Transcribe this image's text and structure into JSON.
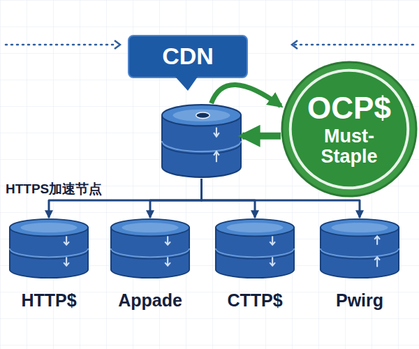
{
  "diagram": {
    "nodes": [
      {
        "text": [
          "CDN"
        ]
      },
      {
        "text": [
          "HTTPS加速节点"
        ]
      },
      {
        "text": [
          "OCP$",
          "Must-Staple"
        ]
      },
      {
        "text": [
          "HTTP$"
        ]
      },
      {
        "text": [
          "Appade"
        ]
      },
      {
        "text": [
          "CTTP$"
        ]
      },
      {
        "text": [
          "Pwirg"
        ]
      }
    ],
    "edges": [
      {
        "from": 1,
        "to": 2,
        "arrow": "to"
      },
      {
        "from": 2,
        "to": 1,
        "arrow": "to"
      },
      {
        "from": 1,
        "to": 3,
        "arrow": "to"
      },
      {
        "from": 1,
        "to": 4,
        "arrow": "to"
      },
      {
        "from": 1,
        "to": 5,
        "arrow": "to"
      },
      {
        "from": 1,
        "to": 6,
        "arrow": "to"
      }
    ]
  }
}
